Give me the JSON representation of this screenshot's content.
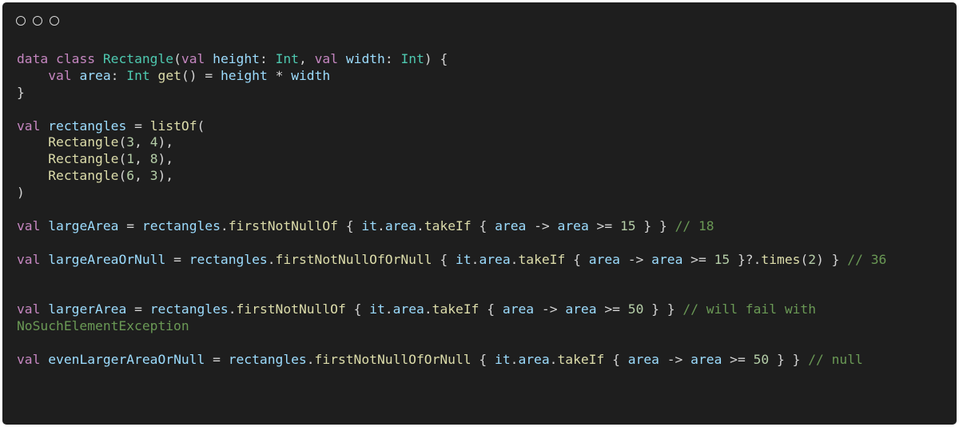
{
  "window": {
    "controls": [
      "close",
      "minimize",
      "maximize"
    ]
  },
  "code": {
    "language": "kotlin",
    "colors": {
      "background": "#1e1e1e",
      "keyword": "#c586c0",
      "type": "#4ec9b0",
      "function": "#dcdcaa",
      "identifier": "#9cdcfe",
      "number": "#b5cea8",
      "comment": "#6a9955",
      "plain": "#d4d4d4"
    },
    "lines": [
      [
        [
          "kw",
          "data"
        ],
        [
          "pl",
          " "
        ],
        [
          "kw",
          "class"
        ],
        [
          "pl",
          " "
        ],
        [
          "ty",
          "Rectangle"
        ],
        [
          "pl",
          "("
        ],
        [
          "kw",
          "val"
        ],
        [
          "pl",
          " "
        ],
        [
          "id",
          "height"
        ],
        [
          "pl",
          ": "
        ],
        [
          "ty",
          "Int"
        ],
        [
          "pl",
          ", "
        ],
        [
          "kw",
          "val"
        ],
        [
          "pl",
          " "
        ],
        [
          "id",
          "width"
        ],
        [
          "pl",
          ": "
        ],
        [
          "ty",
          "Int"
        ],
        [
          "pl",
          ") {"
        ]
      ],
      [
        [
          "pl",
          "    "
        ],
        [
          "kw",
          "val"
        ],
        [
          "pl",
          " "
        ],
        [
          "id",
          "area"
        ],
        [
          "pl",
          ": "
        ],
        [
          "ty",
          "Int"
        ],
        [
          "pl",
          " "
        ],
        [
          "fn",
          "get"
        ],
        [
          "pl",
          "() = "
        ],
        [
          "id",
          "height"
        ],
        [
          "pl",
          " * "
        ],
        [
          "id",
          "width"
        ]
      ],
      [
        [
          "pl",
          "}"
        ]
      ],
      [],
      [
        [
          "kw",
          "val"
        ],
        [
          "pl",
          " "
        ],
        [
          "id",
          "rectangles"
        ],
        [
          "pl",
          " = "
        ],
        [
          "fn",
          "listOf"
        ],
        [
          "pl",
          "("
        ]
      ],
      [
        [
          "pl",
          "    "
        ],
        [
          "fn",
          "Rectangle"
        ],
        [
          "pl",
          "("
        ],
        [
          "num",
          "3"
        ],
        [
          "pl",
          ", "
        ],
        [
          "num",
          "4"
        ],
        [
          "pl",
          "),"
        ]
      ],
      [
        [
          "pl",
          "    "
        ],
        [
          "fn",
          "Rectangle"
        ],
        [
          "pl",
          "("
        ],
        [
          "num",
          "1"
        ],
        [
          "pl",
          ", "
        ],
        [
          "num",
          "8"
        ],
        [
          "pl",
          "),"
        ]
      ],
      [
        [
          "pl",
          "    "
        ],
        [
          "fn",
          "Rectangle"
        ],
        [
          "pl",
          "("
        ],
        [
          "num",
          "6"
        ],
        [
          "pl",
          ", "
        ],
        [
          "num",
          "3"
        ],
        [
          "pl",
          "),"
        ]
      ],
      [
        [
          "pl",
          ")"
        ]
      ],
      [],
      [
        [
          "kw",
          "val"
        ],
        [
          "pl",
          " "
        ],
        [
          "id",
          "largeArea"
        ],
        [
          "pl",
          " = "
        ],
        [
          "id",
          "rectangles"
        ],
        [
          "pl",
          "."
        ],
        [
          "fn",
          "firstNotNullOf"
        ],
        [
          "pl",
          " { "
        ],
        [
          "id",
          "it"
        ],
        [
          "pl",
          "."
        ],
        [
          "id",
          "area"
        ],
        [
          "pl",
          "."
        ],
        [
          "fn",
          "takeIf"
        ],
        [
          "pl",
          " { "
        ],
        [
          "id",
          "area"
        ],
        [
          "pl",
          " -> "
        ],
        [
          "id",
          "area"
        ],
        [
          "pl",
          " >= "
        ],
        [
          "num",
          "15"
        ],
        [
          "pl",
          " } } "
        ],
        [
          "cm",
          "// 18"
        ]
      ],
      [],
      [
        [
          "kw",
          "val"
        ],
        [
          "pl",
          " "
        ],
        [
          "id",
          "largeAreaOrNull"
        ],
        [
          "pl",
          " = "
        ],
        [
          "id",
          "rectangles"
        ],
        [
          "pl",
          "."
        ],
        [
          "fn",
          "firstNotNullOfOrNull"
        ],
        [
          "pl",
          " { "
        ],
        [
          "id",
          "it"
        ],
        [
          "pl",
          "."
        ],
        [
          "id",
          "area"
        ],
        [
          "pl",
          "."
        ],
        [
          "fn",
          "takeIf"
        ],
        [
          "pl",
          " { "
        ],
        [
          "id",
          "area"
        ],
        [
          "pl",
          " -> "
        ],
        [
          "id",
          "area"
        ],
        [
          "pl",
          " >= "
        ],
        [
          "num",
          "15"
        ],
        [
          "pl",
          " }?."
        ],
        [
          "fn",
          "times"
        ],
        [
          "pl",
          "("
        ],
        [
          "num",
          "2"
        ],
        [
          "pl",
          ") } "
        ],
        [
          "cm",
          "// 36"
        ]
      ],
      [],
      [],
      [
        [
          "kw",
          "val"
        ],
        [
          "pl",
          " "
        ],
        [
          "id",
          "largerArea"
        ],
        [
          "pl",
          " = "
        ],
        [
          "id",
          "rectangles"
        ],
        [
          "pl",
          "."
        ],
        [
          "fn",
          "firstNotNullOf"
        ],
        [
          "pl",
          " { "
        ],
        [
          "id",
          "it"
        ],
        [
          "pl",
          "."
        ],
        [
          "id",
          "area"
        ],
        [
          "pl",
          "."
        ],
        [
          "fn",
          "takeIf"
        ],
        [
          "pl",
          " { "
        ],
        [
          "id",
          "area"
        ],
        [
          "pl",
          " -> "
        ],
        [
          "id",
          "area"
        ],
        [
          "pl",
          " >= "
        ],
        [
          "num",
          "50"
        ],
        [
          "pl",
          " } } "
        ],
        [
          "cm",
          "// will fail with"
        ]
      ],
      [
        [
          "cm",
          "NoSuchElementException"
        ]
      ],
      [],
      [
        [
          "kw",
          "val"
        ],
        [
          "pl",
          " "
        ],
        [
          "id",
          "evenLargerAreaOrNull"
        ],
        [
          "pl",
          " = "
        ],
        [
          "id",
          "rectangles"
        ],
        [
          "pl",
          "."
        ],
        [
          "fn",
          "firstNotNullOfOrNull"
        ],
        [
          "pl",
          " { "
        ],
        [
          "id",
          "it"
        ],
        [
          "pl",
          "."
        ],
        [
          "id",
          "area"
        ],
        [
          "pl",
          "."
        ],
        [
          "fn",
          "takeIf"
        ],
        [
          "pl",
          " { "
        ],
        [
          "id",
          "area"
        ],
        [
          "pl",
          " -> "
        ],
        [
          "id",
          "area"
        ],
        [
          "pl",
          " >= "
        ],
        [
          "num",
          "50"
        ],
        [
          "pl",
          " } } "
        ],
        [
          "cm",
          "// null"
        ]
      ]
    ]
  }
}
